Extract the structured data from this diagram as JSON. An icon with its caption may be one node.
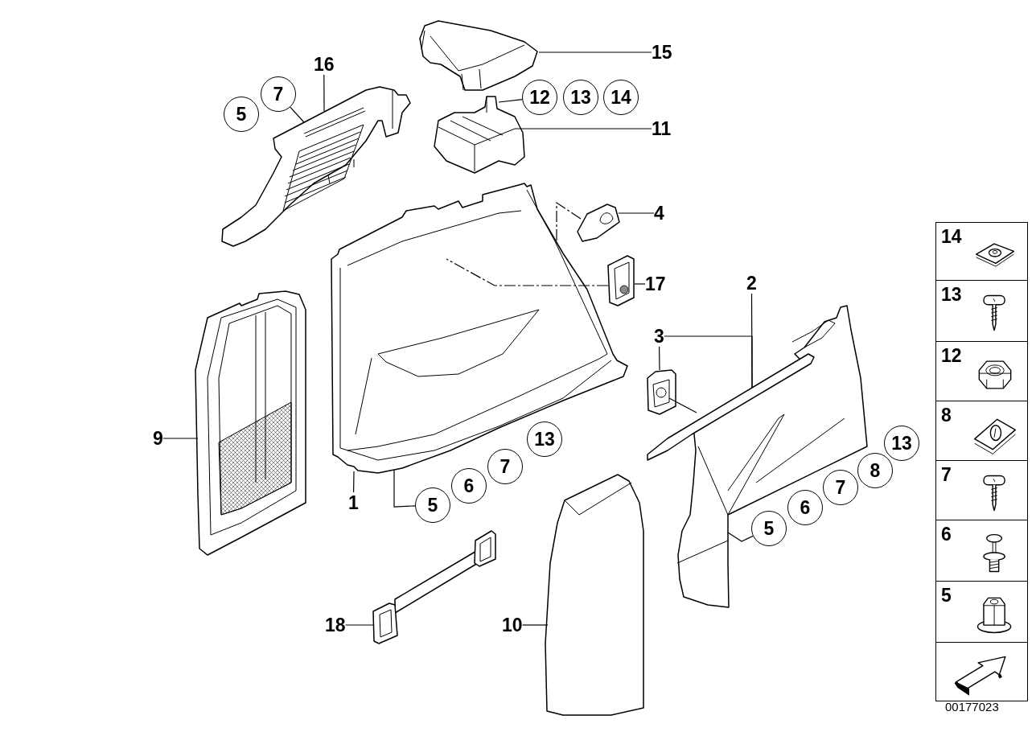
{
  "diagram": {
    "nodes": [
      {
        "text": [],
        "shape": "picture"
      },
      {
        "text": [
          "15"
        ]
      },
      {
        "text": [
          "16"
        ]
      },
      {
        "text": [
          "7"
        ]
      },
      {
        "text": [
          "5"
        ]
      },
      {
        "text": [],
        "shape": "picture"
      },
      {
        "text": [
          "12"
        ]
      },
      {
        "text": [
          "13"
        ]
      },
      {
        "text": [
          "14"
        ]
      },
      {
        "text": [],
        "shape": "picture"
      },
      {
        "text": [
          "11"
        ]
      },
      {
        "text": [],
        "shape": "picture"
      },
      {
        "text": [
          "4"
        ]
      },
      {
        "text": [],
        "shape": "picture"
      },
      {
        "text": [],
        "shape": "picture"
      },
      {
        "text": [
          "17"
        ]
      },
      {
        "text": [
          "2"
        ]
      },
      {
        "text": [
          "3"
        ]
      },
      {
        "text": [],
        "shape": "picture"
      },
      {
        "text": [],
        "shape": "picture"
      },
      {
        "text": [],
        "shape": "picture"
      },
      {
        "text": [
          "9"
        ]
      },
      {
        "text": [
          "13"
        ]
      },
      {
        "text": [
          "7"
        ]
      },
      {
        "text": [
          "6"
        ]
      },
      {
        "text": [
          "5"
        ]
      },
      {
        "text": [
          "1"
        ]
      },
      {
        "text": [
          "13"
        ]
      },
      {
        "text": [
          "8"
        ]
      },
      {
        "text": [
          "7"
        ]
      },
      {
        "text": [
          "6"
        ]
      },
      {
        "text": [
          "5"
        ]
      },
      {
        "text": [],
        "shape": "picture"
      },
      {
        "text": [],
        "shape": "picture"
      },
      {
        "text": [
          "18"
        ]
      },
      {
        "text": [
          "10"
        ]
      },
      {
        "text": [
          "14"
        ]
      },
      {
        "text": [
          "13"
        ]
      },
      {
        "text": [
          "12"
        ]
      },
      {
        "text": [
          "8"
        ]
      },
      {
        "text": [
          "7"
        ]
      },
      {
        "text": [
          "6"
        ]
      },
      {
        "text": [
          "5"
        ]
      },
      {
        "text": [],
        "shape": "box"
      }
    ],
    "edges": [
      {
        "from": 1,
        "to": 0,
        "arrow": "none"
      },
      {
        "from": 6,
        "to": 9,
        "arrow": "none"
      },
      {
        "from": 10,
        "to": 9,
        "arrow": "none"
      },
      {
        "from": 2,
        "to": 5,
        "arrow": "none"
      },
      {
        "from": 3,
        "to": 5,
        "arrow": "none"
      },
      {
        "from": 12,
        "to": 11,
        "arrow": "none"
      },
      {
        "from": 11,
        "to": 13,
        "arrow": "none",
        "style": "dashed"
      },
      {
        "from": 15,
        "to": 14,
        "arrow": "none"
      },
      {
        "from": 14,
        "to": 13,
        "arrow": "none",
        "style": "dashed"
      },
      {
        "from": 16,
        "to": 19,
        "arrow": "none"
      },
      {
        "from": 17,
        "to": 18,
        "arrow": "none"
      },
      {
        "from": 17,
        "to": 19,
        "arrow": "none"
      },
      {
        "from": 18,
        "to": 19,
        "arrow": "none"
      },
      {
        "from": 26,
        "to": 13,
        "arrow": "none"
      },
      {
        "from": 25,
        "to": 13,
        "arrow": "none"
      },
      {
        "from": 31,
        "to": 19,
        "arrow": "none"
      },
      {
        "from": 21,
        "to": 20,
        "arrow": "none"
      },
      {
        "from": 35,
        "to": 32,
        "arrow": "none"
      },
      {
        "from": 34,
        "to": 33,
        "arrow": "none"
      }
    ],
    "labels": [
      "00177023"
    ]
  }
}
